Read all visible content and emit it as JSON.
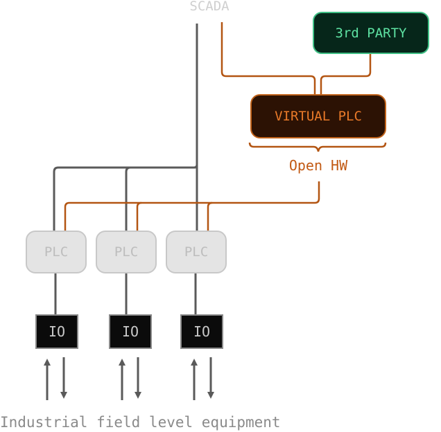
{
  "diagram": {
    "scada_label": "SCADA",
    "third_party_label": "3rd PARTY",
    "virtual_plc_label": "VIRTUAL PLC",
    "open_hw_label": "Open HW",
    "plcs": [
      {
        "label": "PLC"
      },
      {
        "label": "PLC"
      },
      {
        "label": "PLC"
      }
    ],
    "ios": [
      {
        "label": "IO"
      },
      {
        "label": "IO"
      },
      {
        "label": "IO"
      }
    ],
    "footer_label": "Industrial field level equipment"
  },
  "colors": {
    "gray_wire": "#5a5a5a",
    "orange_wire": "#b35512",
    "third_party_fill": "#06261a",
    "third_party_accent": "#5ee2a3",
    "virtual_plc_fill": "#2c1204",
    "virtual_plc_accent": "#ea7a29"
  }
}
